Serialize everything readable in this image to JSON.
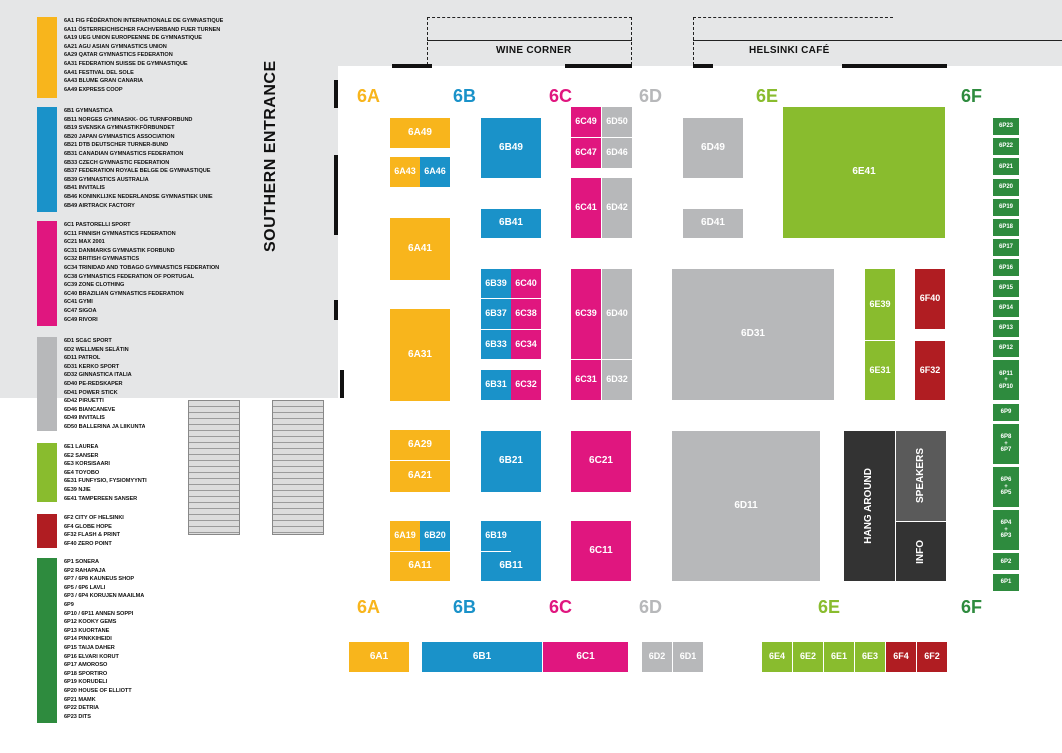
{
  "colors": {
    "A": "#f8b51c",
    "B": "#1a92c9",
    "C": "#e0167f",
    "D": "#b7b8ba",
    "E": "#89bc2e",
    "F": "#b01d22",
    "P": "#2e8b3e",
    "hang": "#333333",
    "speakers": "#5a5a5a"
  },
  "legend": {
    "A": [
      "6A1 FIG FÉDÉRATION INTERNATIONALE DE GYMNASTIQUE",
      "6A11 ÖSTERREICHISCHER FACHVERBAND FUER TURNEN",
      "6A19 UEG UNION EUROPEENNE DE GYMNASTIQUE",
      "6A21 AGU ASIAN GYMNASTICS UNION",
      "6A29 QATAR GYMNASTICS FEDERATION",
      "6A31 FEDERATION SUISSE DE GYMNASTIQUE",
      "6A41 FESTIVAL DEL SOLE",
      "6A43 BLUME GRAN CANARIA",
      "6A49 EXPRESS COOP"
    ],
    "B": [
      "6B1 GYMNASTICA",
      "6B11 NORGES GYMNASKK- OG TURNFORBUND",
      "6B19 SVENSKA GYMNASTIKFÖRBUNDET",
      "6B20 JAPAN GYMNASTICS ASSOCIATION",
      "6B21 DTB DEUTSCHER TURNER-BUND",
      "6B31 CANADIAN GYMNASTICS FEDERATION",
      "6B33 CZECH GYMNASTIC FEDERATION",
      "6B37 FEDERATION ROYALE BELGE DE GYMNASTIQUE",
      "6B39 GYMNASTICS AUSTRALIA",
      "6B41 INVITALIS",
      "6B46 KONINKLIJKE NEDERLANDSE GYMNASTIEK UNIE",
      "6B49 AIRTRACK FACTORY"
    ],
    "C": [
      "6C1 PASTORELLI SPORT",
      "6C11 FINNISH GYMNASTICS FEDERATION",
      "6C21 MAX 2001",
      "6C31 DANMARKS GYMNASTIK FORBUND",
      "6C32 BRITISH GYMNASTICS",
      "6C34 TRINIDAD AND TOBAGO GYMNASTICS FEDERATION",
      "6C38 GYMNASTICS FEDERATION OF PORTUGAL",
      "6C39 ZONE CLOTHING",
      "6C40 BRAZILIAN GYMNASTICS FEDERATION",
      "6C41 GYMI",
      "6C47 SIGOA",
      "6C49 RIVORI"
    ],
    "D": [
      "6D1 SC&C SPORT",
      "6D2 WELLMEN SELÄTIN",
      "6D11 PATROL",
      "6D31 KERKO SPORT",
      "6D32 GINNASTICA ITALIA",
      "6D40 PE-REDSKAPER",
      "6D41 POWER STICK",
      "6D42 PIRUETTI",
      "6D46 BIANCANEVE",
      "6D49 INVITALIS",
      "6D50 BALLERINA JA LIIKUNTA"
    ],
    "E": [
      "6E1 LAUREA",
      "6E2 SANSER",
      "6E3 KORSISAARI",
      "6E4 TOYOBO",
      "6E31 FUNFYSIO, FYSIOMYYNTI",
      "6E39 NJIE",
      "6E41 TAMPEREEN SANSER"
    ],
    "F": [
      "6F2 CITY OF HELSINKI",
      "6F4 GLOBE HOPE",
      "6F32 FLASH & PRINT",
      "6F40 ZERO POINT"
    ],
    "P": [
      "6P1 SONERA",
      "6P2 RAHAPAJA",
      "6P7 / 6P8 KAUNEUS SHOP",
      "6P5 / 6P6 LAVLI",
      "6P3 / 6P4 KORUJEN MAAILMA",
      "6P9",
      "6P10 / 6P11 ANNEN SOPPI",
      "6P12 KOOKY GEMS",
      "6P13 KUORTANE",
      "6P14 PINKKIHEIDI",
      "6P15 TAIJA DAHER",
      "6P16 ELVARI KORUT",
      "6P17 AMOROSO",
      "6P18 SPORTIRO",
      "6P19 KORUDELI",
      "6P20 HOUSE OF ELLIOTT",
      "6P21 MAMK",
      "6P22 DETRIA",
      "6P23 DITS"
    ]
  },
  "labels": {
    "wine_corner": "WINE CORNER",
    "helsinki_cafe": "HELSINKI CAFÉ",
    "southern_entrance": "SOUTHERN ENTRANCE",
    "hang_around": "HANG AROUND",
    "speakers": "SPEAKERS",
    "info": "INFO"
  },
  "zones": {
    "A": "6A",
    "B": "6B",
    "C": "6C",
    "D": "6D",
    "E": "6E",
    "F": "6F"
  },
  "booths": {
    "a49": "6A49",
    "a43": "6A43",
    "a46": "6A46",
    "a41": "6A41",
    "a31": "6A31",
    "a29": "6A29",
    "a21": "6A21",
    "a19": "6A19",
    "b20": "6B20",
    "a11": "6A11",
    "b49": "6B49",
    "b41": "6B41",
    "b39": "6B39",
    "b37": "6B37",
    "b33": "6B33",
    "b31": "6B31",
    "b21": "6B21",
    "b19": "6B19",
    "b11": "6B11",
    "c49": "6C49",
    "c47": "6C47",
    "c41": "6C41",
    "c40": "6C40",
    "c38": "6C38",
    "c34": "6C34",
    "c32": "6C32",
    "c39": "6C39",
    "c31": "6C31",
    "c21": "6C21",
    "c11": "6C11",
    "d50": "6D50",
    "d46": "6D46",
    "d42": "6D42",
    "d40": "6D40",
    "d32": "6D32",
    "d49": "6D49",
    "d41": "6D41",
    "d31": "6D31",
    "d11": "6D11",
    "e41": "6E41",
    "e39": "6E39",
    "e31": "6E31",
    "f40": "6F40",
    "f32": "6F32",
    "a1": "6A1",
    "b1": "6B1",
    "c1": "6C1",
    "d2": "6D2",
    "d1": "6D1",
    "e4": "6E4",
    "e2": "6E2",
    "e1": "6E1",
    "e3": "6E3",
    "f4": "6F4",
    "f2": "6F2"
  },
  "pbooths": [
    "6P23",
    "6P22",
    "6P21",
    "6P20",
    "6P19",
    "6P18",
    "6P17",
    "6P16",
    "6P15",
    "6P14",
    "6P13",
    "6P12",
    "6P11\n+\n6P10",
    "6P9",
    "6P8\n+\n6P7",
    "6P6\n+\n6P5",
    "6P4\n+\n6P3",
    "6P2",
    "6P1"
  ]
}
